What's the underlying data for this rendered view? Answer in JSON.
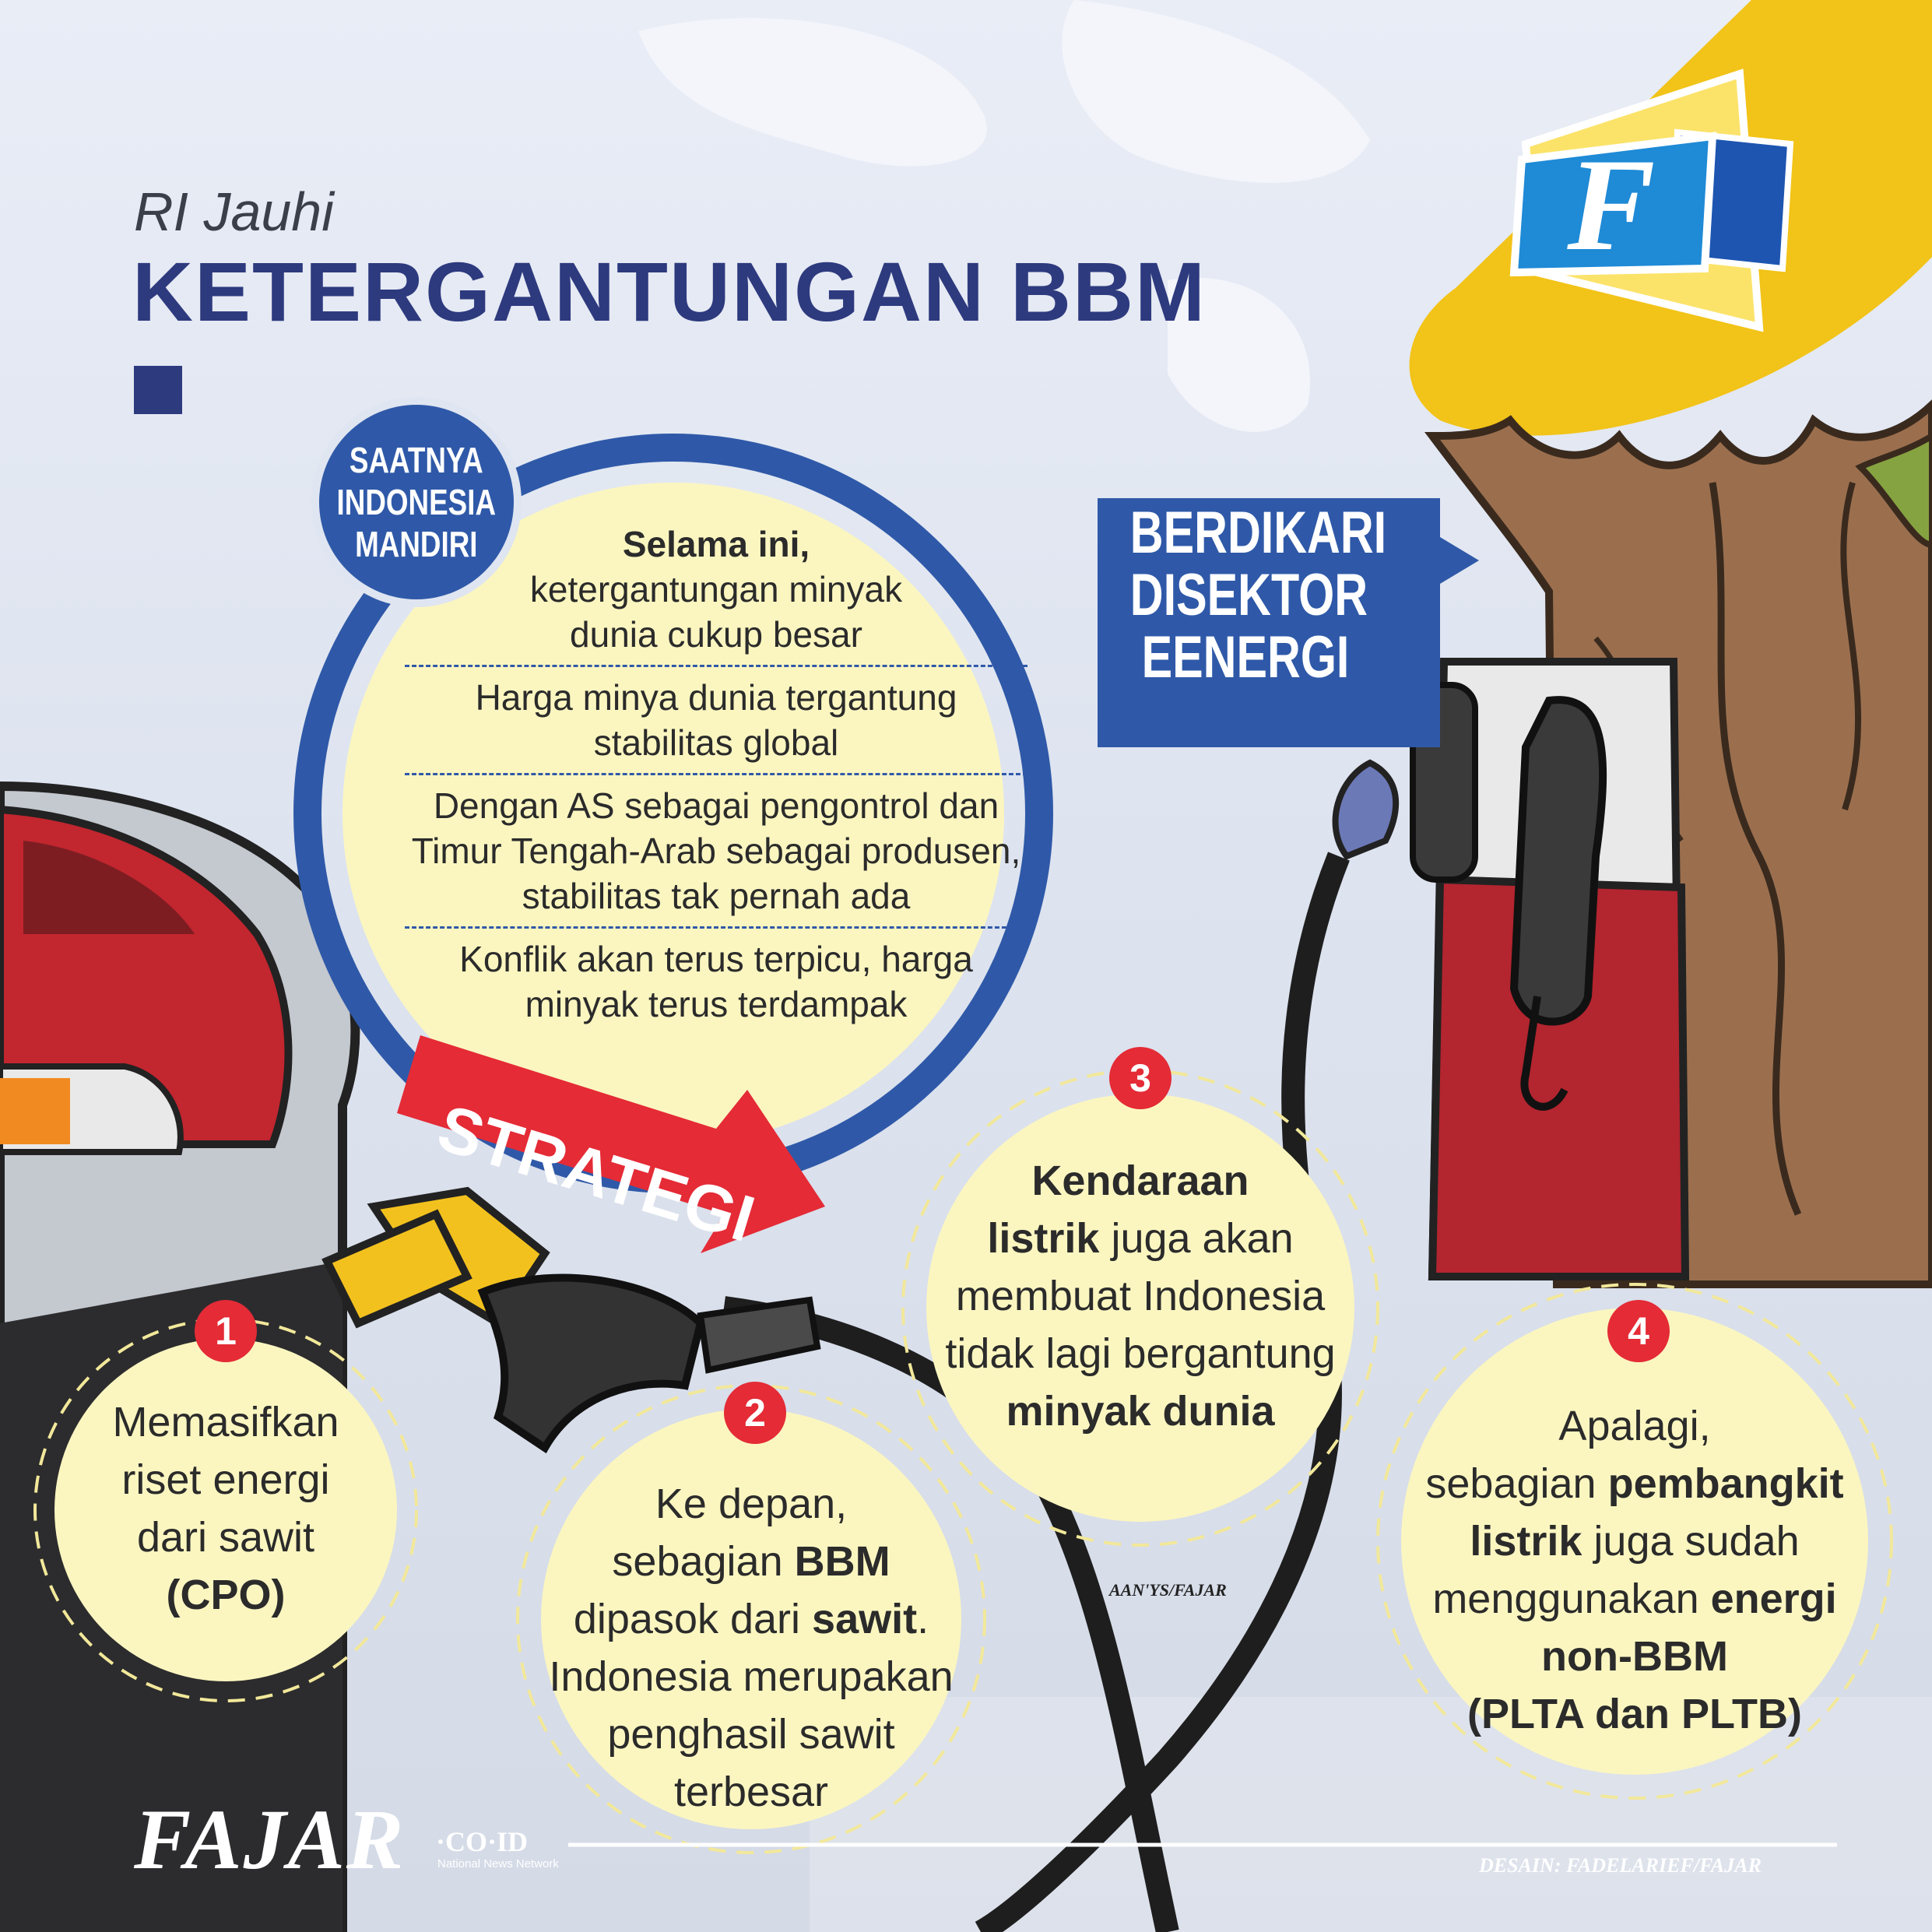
{
  "header": {
    "subtitle": "RI Jauhi",
    "title": "KETERGANTUNGAN BBM"
  },
  "badge": {
    "lines": [
      "SAATNYA",
      "INDONESIA",
      "MANDIRI"
    ]
  },
  "context": {
    "intro_bold": "Selama ini,",
    "intro_rest_1": "ketergantungan minyak",
    "intro_rest_2": "dunia cukup besar",
    "fact_2_1": "Harga minya dunia tergantung",
    "fact_2_2": "stabilitas global",
    "fact_3_1": "Dengan AS sebagai pengontrol dan",
    "fact_3_2": "Timur Tengah-Arab sebagai produsen,",
    "fact_3_3": "stabilitas tak pernah ada",
    "fact_4_1": "Konflik akan terus terpicu, harga",
    "fact_4_2": "minyak terus terdampak"
  },
  "berdikari": {
    "lines": [
      "BERDIKARI",
      "DISEKTOR",
      "EENERGI"
    ]
  },
  "strategy_label": "STRATEGI",
  "strategies": [
    {
      "number": "1",
      "line1": "Memasifkan",
      "line2": "riset energi",
      "line3": "dari sawit",
      "bold": "(CPO)"
    },
    {
      "number": "2",
      "line1": "Ke depan,",
      "line2a": "sebagian ",
      "line2b": "BBM",
      "line3a": "dipasok dari ",
      "line3b": "sawit",
      "line3c": ".",
      "line4": "Indonesia merupakan",
      "line5": "penghasil sawit",
      "line6": "terbesar"
    },
    {
      "number": "3",
      "line1": "Kendaraan",
      "line2a": "listrik",
      "line2b": " juga akan",
      "line3": "membuat Indonesia",
      "line4": "tidak lagi bergantung",
      "line5": "minyak dunia"
    },
    {
      "number": "4",
      "line1": "Apalagi,",
      "line2a": "sebagian ",
      "line2b": "pembangkit",
      "line3a": "listrik",
      "line3b": " juga sudah",
      "line4a": "menggunakan ",
      "line4b": "energi",
      "line5": "non-BBM",
      "line6": "(PLTA dan PLTB)"
    }
  ],
  "credits": {
    "illustrator": "AAN'YS/FAJAR",
    "designer": "DESAIN: FADELARIEF/FAJAR"
  },
  "brand": {
    "logo_letter": "F",
    "name": "FAJAR",
    "domain": "·CO·ID",
    "tagline": "National News Network"
  },
  "colors": {
    "navy": "#2e3a7e",
    "blue": "#2f59a8",
    "red": "#e42b36",
    "bubble": "#fbf6c0",
    "yellow": "#f2c318"
  },
  "icons": [
    "fuel-pump-icon",
    "fuel-nozzle-icon",
    "car-icon",
    "tree-icon"
  ]
}
